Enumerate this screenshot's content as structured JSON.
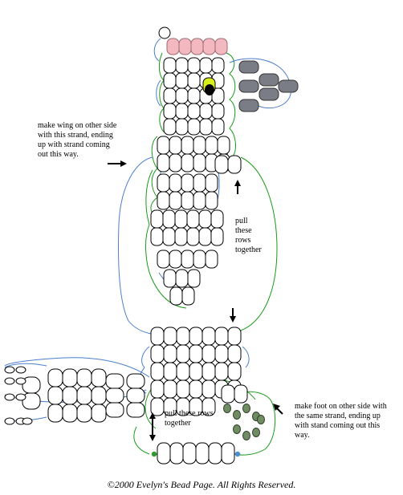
{
  "annotations": {
    "wing_note": "make wing on other side\nwith this strand, ending\nup with strand coming\nout this way.",
    "pull_rows_note": "pull\nthese\nrows\ntogether",
    "pull_these_rows_note": "pull these rows\ntogether",
    "foot_note": "make foot on other side with\nthe same strand, ending up\nwith stand coming out this\nway."
  },
  "footer": {
    "copyright": "©2000 Evelyn's Bead Page. All Rights Reserved."
  },
  "colors": {
    "bead_outline": "#000000",
    "bead_fill": "#ffffff",
    "beak_fill": "#f4b8c0",
    "beak_outline": "#9a6b70",
    "eye_fill": "#d8ef1a",
    "pupil_fill": "#000000",
    "crest_fill": "#7a7d86",
    "foot_bead_fill": "#6f8c63",
    "strand_green": "#1a9a1a",
    "strand_blue": "#4a7ecb",
    "end_bead_green": "#2e9a2e",
    "end_bead_blue": "#4a8ed0"
  }
}
